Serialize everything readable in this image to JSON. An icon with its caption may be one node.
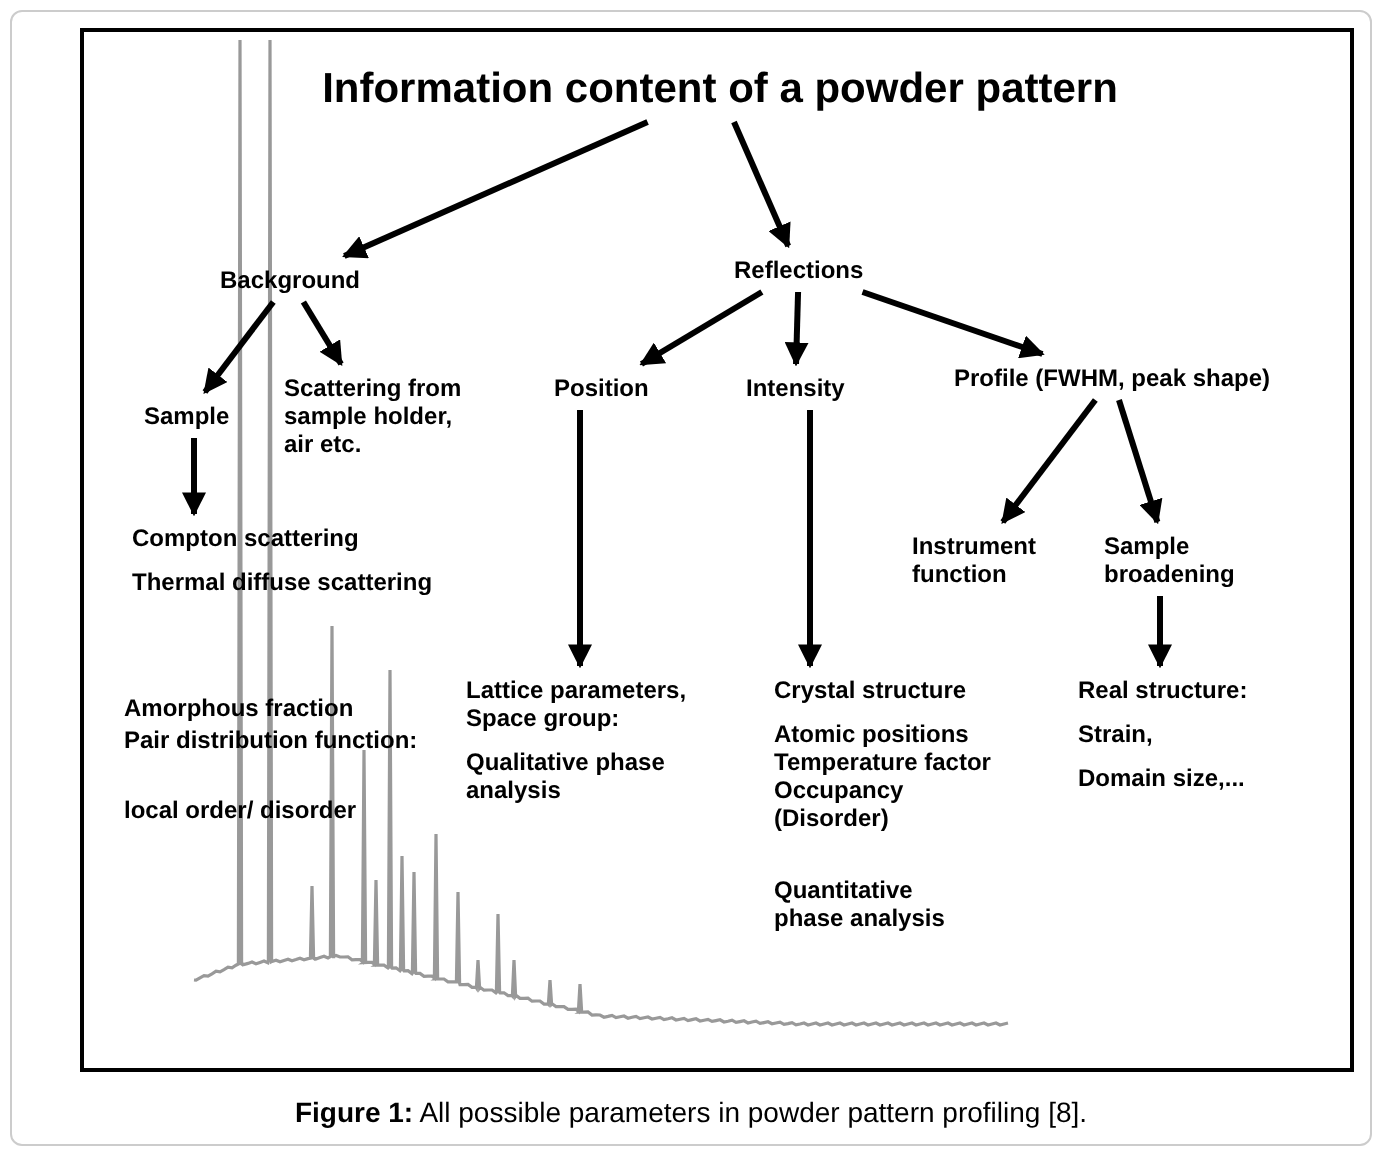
{
  "diagram": {
    "caption": "**Figure 1:** All possible parameters in powder pattern profiling [8].",
    "nodes": [
      {
        "text": [
          "Information content of a powder pattern"
        ]
      },
      {
        "text": [
          "Background"
        ]
      },
      {
        "text": [
          "Reflections"
        ]
      },
      {
        "text": [
          "Sample"
        ]
      },
      {
        "text": [
          "Scattering from sample holder, air etc."
        ]
      },
      {
        "text": [
          "Position"
        ]
      },
      {
        "text": [
          "Intensity"
        ]
      },
      {
        "text": [
          "Profile (FWHM, peak shape)"
        ]
      },
      {
        "text": [
          "Compton scattering",
          "Thermal diffuse scattering"
        ]
      },
      {
        "text": [
          "Instrument function"
        ]
      },
      {
        "text": [
          "Sample broadening"
        ]
      },
      {
        "text": [
          "Lattice parameters, Space group:",
          "Qualitative phase analysis"
        ]
      },
      {
        "text": [
          "Crystal structure",
          "Atomic positions",
          "Temperature factor",
          "Occupancy",
          "(Disorder)",
          "Quantitative phase analysis"
        ]
      },
      {
        "text": [
          "Real structure:",
          "Strain,",
          "Domain size,..."
        ]
      }
    ],
    "edges": [
      {
        "from": 0,
        "to": 1,
        "arrow": "to"
      },
      {
        "from": 0,
        "to": 2,
        "arrow": "to"
      },
      {
        "from": 1,
        "to": 3,
        "arrow": "to"
      },
      {
        "from": 1,
        "to": 4,
        "arrow": "to"
      },
      {
        "from": 2,
        "to": 5,
        "arrow": "to"
      },
      {
        "from": 2,
        "to": 6,
        "arrow": "to"
      },
      {
        "from": 2,
        "to": 7,
        "arrow": "to"
      },
      {
        "from": 3,
        "to": 8,
        "arrow": "to"
      },
      {
        "from": 5,
        "to": 11,
        "arrow": "to"
      },
      {
        "from": 6,
        "to": 12,
        "arrow": "to"
      },
      {
        "from": 7,
        "to": 9,
        "arrow": "to"
      },
      {
        "from": 7,
        "to": 10,
        "arrow": "to"
      },
      {
        "from": 10,
        "to": 13,
        "arrow": "to"
      }
    ],
    "labels": [
      "Amorphous fraction",
      "Pair distribution function:",
      "local order/ disorder"
    ]
  }
}
